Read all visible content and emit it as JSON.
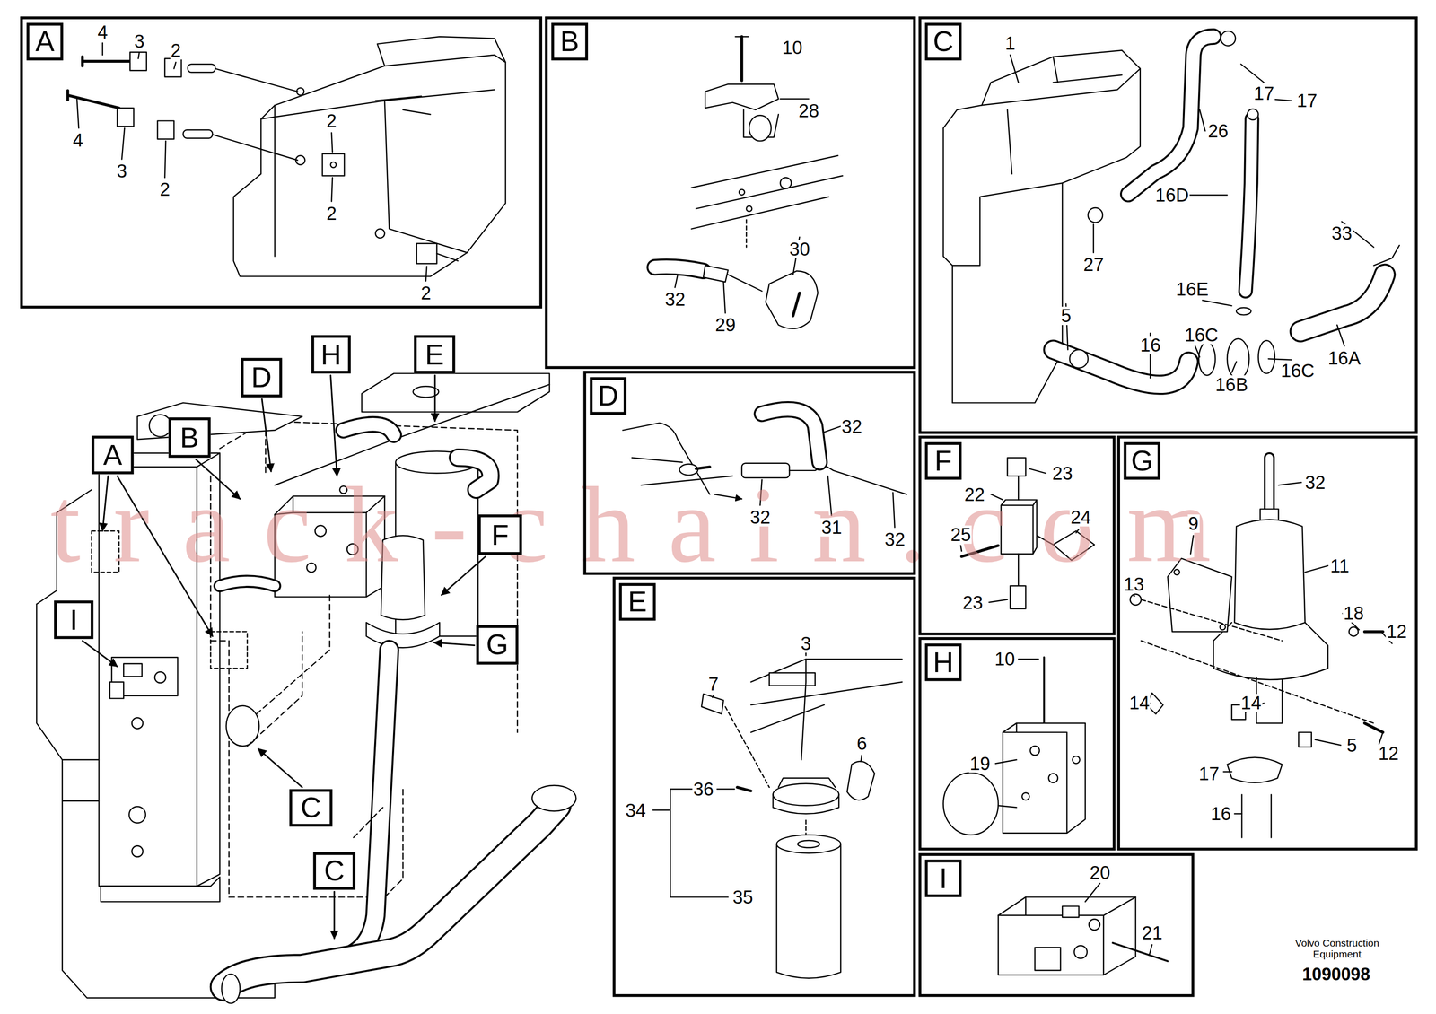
{
  "diagram": {
    "nodes": [
      {
        "text": [
          "A"
        ]
      },
      {
        "text": [
          "B"
        ]
      },
      {
        "text": [
          "C"
        ]
      },
      {
        "text": [
          "D"
        ]
      },
      {
        "text": [
          "E"
        ]
      },
      {
        "text": [
          "F"
        ]
      },
      {
        "text": [
          "G"
        ]
      },
      {
        "text": [
          "H"
        ]
      },
      {
        "text": [
          "I"
        ]
      },
      {
        "text": [
          "D"
        ]
      },
      {
        "text": [
          "H"
        ]
      },
      {
        "text": [
          "E"
        ]
      },
      {
        "text": [
          "A"
        ]
      },
      {
        "text": [
          "B"
        ]
      },
      {
        "text": [
          "I"
        ]
      },
      {
        "text": [
          "F"
        ]
      },
      {
        "text": [
          "G"
        ]
      },
      {
        "text": [
          "C"
        ]
      },
      {
        "text": [
          "C"
        ]
      }
    ],
    "labels": [
      "4",
      "3",
      "2",
      "4",
      "3",
      "2",
      "2",
      "2",
      "2",
      "10",
      "28",
      "30",
      "32",
      "29",
      "1",
      "17",
      "17",
      "26",
      "16D",
      "33",
      "27",
      "16E",
      "5",
      "16",
      "16C",
      "16C",
      "16B",
      "16A",
      "32",
      "32",
      "31",
      "32",
      "3",
      "7",
      "6",
      "36",
      "34",
      "35",
      "23",
      "22",
      "24",
      "25",
      "23",
      "32",
      "9",
      "11",
      "13",
      "18",
      "12",
      "14",
      "14",
      "5",
      "12",
      "17",
      "16",
      "10",
      "19",
      "20",
      "21",
      "Volvo Construction Equipment",
      "1090098",
      "track-chain.com"
    ]
  }
}
